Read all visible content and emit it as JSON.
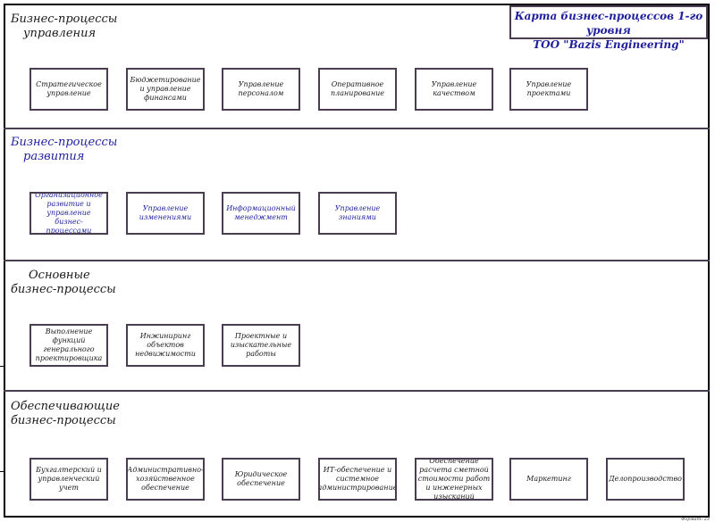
{
  "header": {
    "line1": "Карта бизнес-процессов 1-го уровня",
    "line2": "ТОО \"Bazis Engineering\""
  },
  "bands": [
    {
      "title": [
        "Бизнес-процессы",
        "управления"
      ],
      "boxes": [
        "Стратегическое управление",
        "Бюджетирование и управление финансами",
        "Управление персоналом",
        "Оперативное планирование",
        "Управление качеством",
        "Управление проектами"
      ]
    },
    {
      "title": [
        "Бизнес-процессы",
        "развития"
      ],
      "boxes": [
        "Организационное развитие и управление бизнес-процессами",
        "Управление изменениями",
        "Информационный менеджмент",
        "Управление знаниями"
      ]
    },
    {
      "title": [
        "Основные",
        "бизнес-процессы"
      ],
      "boxes": [
        "Выполнение функций генерального проектировщика",
        "Инжиниринг объектов недвижимости",
        "Проектные и изыскательные работы"
      ]
    },
    {
      "title": [
        "Обеспечивающие",
        "бизнес-процессы"
      ],
      "boxes": [
        "Бухгалтерский и управленческий учет",
        "Административно-хозяйственное обеспечение",
        "Юридическое обеспечение",
        "ИТ-обеспечение и системное администрирование",
        "Обеспечение расчета сметной стоимости работ и инженерных изысканий",
        "Маркетинг",
        "Делопроизводство"
      ]
    }
  ],
  "footer": "Формат: 23"
}
